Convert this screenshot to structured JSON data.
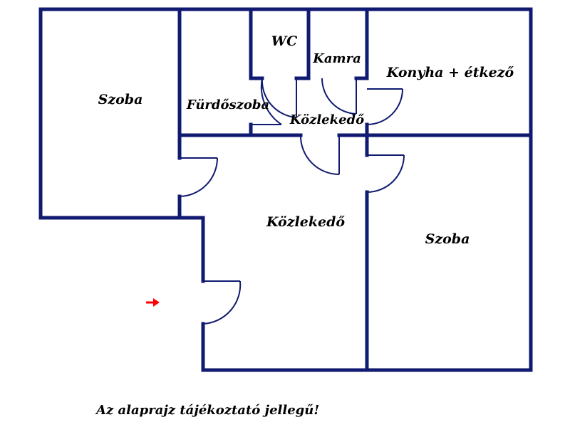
{
  "rooms": {
    "room_left": "Szoba",
    "bathroom": "Fürdőszoba",
    "wc": "WC",
    "pantry": "Kamra",
    "kitchen": "Konyha + étkező",
    "hallway_small": "Közlekedő",
    "hallway_main": "Közlekedő",
    "room_right": "Szoba"
  },
  "caption": "Az alaprajz tájékoztató jellegű!",
  "icons": {
    "entrance": "arrow-right-icon"
  },
  "colors": {
    "wall": "#101a70",
    "arrow": "#ff0000",
    "text": "#000000"
  }
}
